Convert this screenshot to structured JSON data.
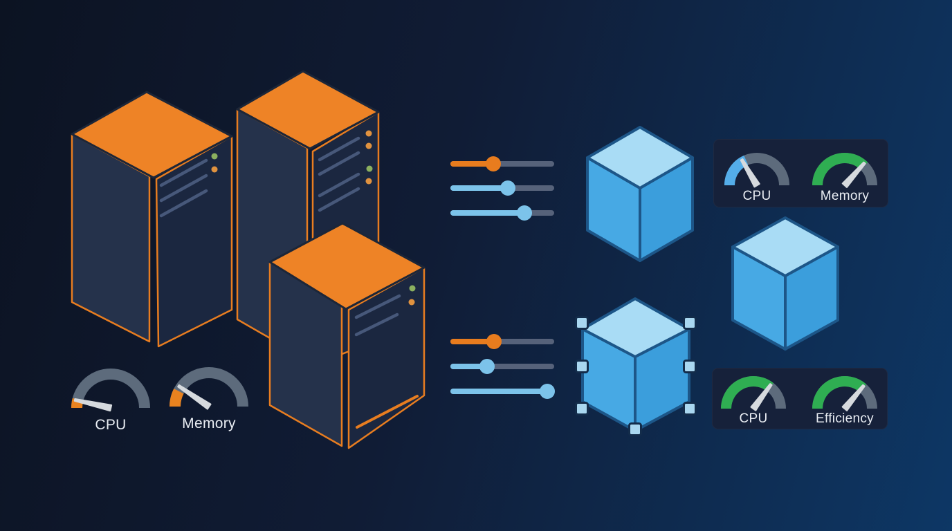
{
  "scene_title": "server-resource-optimization-illustration",
  "palette": {
    "bg_left": "#0c1322",
    "bg_mid": "#101c35",
    "bg_right": "#0d3765",
    "server_orange": "#ee8326",
    "server_outline": "#e87d20",
    "server_face_left": "#25324b",
    "server_face_front": "#1b2740",
    "vent": "#47587a",
    "led_green": "#8bb05f",
    "led_orange": "#e0923f",
    "cube_top": "#a9dcf5",
    "cube_left": "#47a9e4",
    "cube_right": "#3b9edc",
    "cube_outline": "#1d5688",
    "handle_fill": "#a9d7f0",
    "handle_border": "#132c4a",
    "panel_bg": "#16213a",
    "needle": "#d6dade",
    "label": "#e9edf3",
    "slider_track": "#56627a"
  },
  "icons": {
    "servers": "server-tower-icon",
    "cubes": "cube-icon",
    "selected_cube": "cube-selected-icon",
    "sliders": "slider-control-icon",
    "gauges": "gauge-meter-icon"
  },
  "sliders": {
    "track_color": "#56627a",
    "top_group": [
      {
        "color": "#e87c1e",
        "value": 0.41
      },
      {
        "color": "#7cc3ea",
        "value": 0.55
      },
      {
        "color": "#7cc3ea",
        "value": 0.71
      }
    ],
    "bottom_group": [
      {
        "color": "#e87c1e",
        "value": 0.42
      },
      {
        "color": "#7cc3ea",
        "value": 0.35
      },
      {
        "color": "#7cc3ea",
        "value": 0.93
      }
    ]
  },
  "gauges": {
    "standalone": [
      {
        "label": "CPU",
        "arc_color": "#e8821f",
        "track_color": "#5d6b7c",
        "segment": 0.08,
        "needle": 0.07
      },
      {
        "label": "Memory",
        "arc_color": "#e8821f",
        "track_color": "#5d6b7c",
        "segment": 0.15,
        "needle": 0.19
      }
    ],
    "panel_top": [
      {
        "label": "CPU",
        "arc_color": "#54ade9",
        "track_color": "#5d6b7c",
        "segment": 0.37,
        "needle": 0.33
      },
      {
        "label": "Memory",
        "arc_color": "#2fae52",
        "track_color": "#5d6b7c",
        "segment": 0.75,
        "needle": 0.73
      }
    ],
    "panel_bottom": [
      {
        "label": "CPU",
        "arc_color": "#2fae52",
        "track_color": "#5d6b7c",
        "segment": 0.71,
        "needle": 0.7
      },
      {
        "label": "Efficiency",
        "arc_color": "#2fae52",
        "track_color": "#5d6b7c",
        "segment": 0.73,
        "needle": 0.72
      }
    ]
  }
}
